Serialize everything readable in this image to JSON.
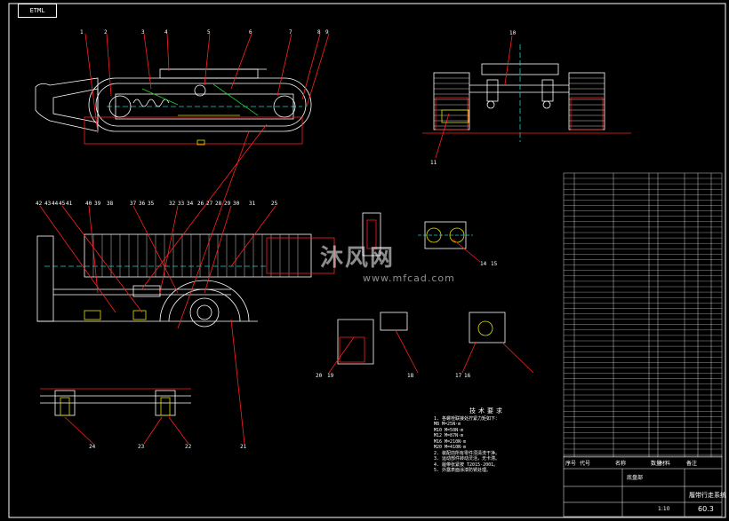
{
  "corner_label": "ETML",
  "watermark": {
    "brand": "沐风网",
    "url": "www.mfcad.com"
  },
  "callouts": {
    "top_view": [
      "1",
      "2",
      "3",
      "4",
      "5",
      "6",
      "7",
      "8",
      "9"
    ],
    "end_view": [
      "10",
      "11"
    ],
    "side_view_top": [
      "42",
      "43",
      "44",
      "45",
      "41",
      "40",
      "39",
      "38",
      "37",
      "36",
      "35",
      "32",
      "33",
      "34",
      "26",
      "27",
      "28",
      "29",
      "30",
      "31",
      "25"
    ],
    "section_labels": [
      "14",
      "15",
      "20",
      "19",
      "18",
      "17",
      "16",
      "24",
      "23",
      "22",
      "21"
    ]
  },
  "tech_notes": {
    "title": "技术要求",
    "lines": [
      "1. 各螺栓联接处拧紧力矩如下：",
      "   M8  M=25N·m",
      "   M10 M=50N·m",
      "   M12 M=87N·m",
      "   M16 M=210N·m",
      "   M20 M=410N·m",
      "2. 装配前所有零件须清洗干净。",
      "3. 运动部件转动灵活，无卡滞。",
      "4. 履带张紧按 T2015-2001。",
      "5. 外露表面涂漆防锈处理。"
    ]
  },
  "title_block": {
    "drawing_title": "履带行走系统",
    "unit": "底盘部",
    "scale": "1:10",
    "sheet_no": "60.3",
    "headers": [
      "序号",
      "代号",
      "名称",
      "数量",
      "材料",
      "备注"
    ]
  },
  "colors": {
    "line": "#ffffff",
    "accent_red": "#ff2020",
    "green": "#20d020",
    "yellow": "#e0e000",
    "cyan": "#20d0d0",
    "magenta": "#e040e0"
  }
}
